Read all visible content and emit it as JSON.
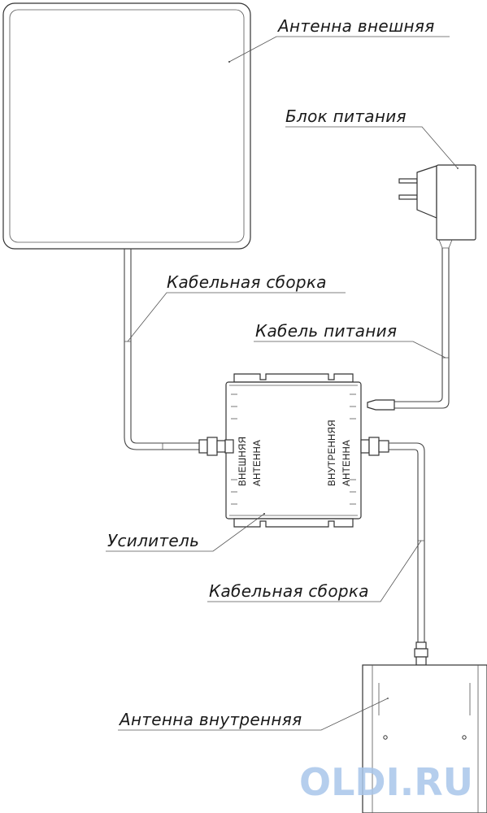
{
  "labels": {
    "outdoor_antenna": "Антенна внешняя",
    "power_supply": "Блок питания",
    "cable_assembly_top": "Кабельная сборка",
    "power_cable": "Кабель питания",
    "amplifier": "Усилитель",
    "cable_assembly_bottom": "Кабельная сборка",
    "indoor_antenna": "Антенна внутренняя"
  },
  "amplifier_ports": {
    "external_line1": "ВНЕШНЯЯ",
    "external_line2": "АНТЕННА",
    "internal_line1": "ВНУТРЕННЯЯ",
    "internal_line2": "АНТЕННА"
  },
  "watermark": "OLDI.RU"
}
